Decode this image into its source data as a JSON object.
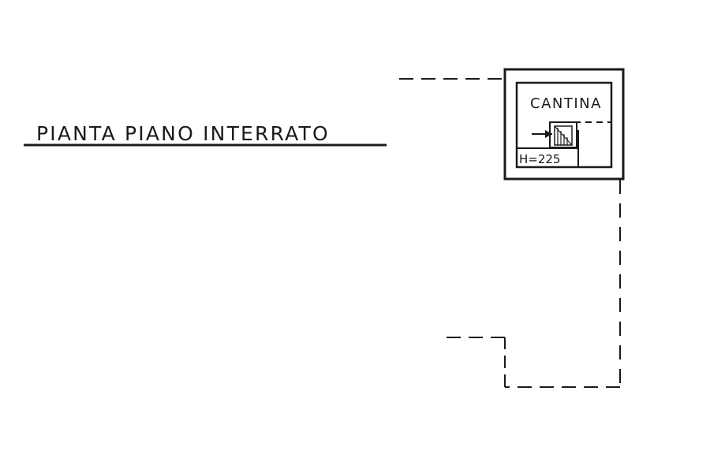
{
  "drawing": {
    "title": "PIANTA PIANO INTERRATO",
    "room_name": "CANTINA",
    "height_note": "H=225"
  },
  "colors": {
    "ink": "#1a1a1a",
    "paper": "#ffffff"
  }
}
